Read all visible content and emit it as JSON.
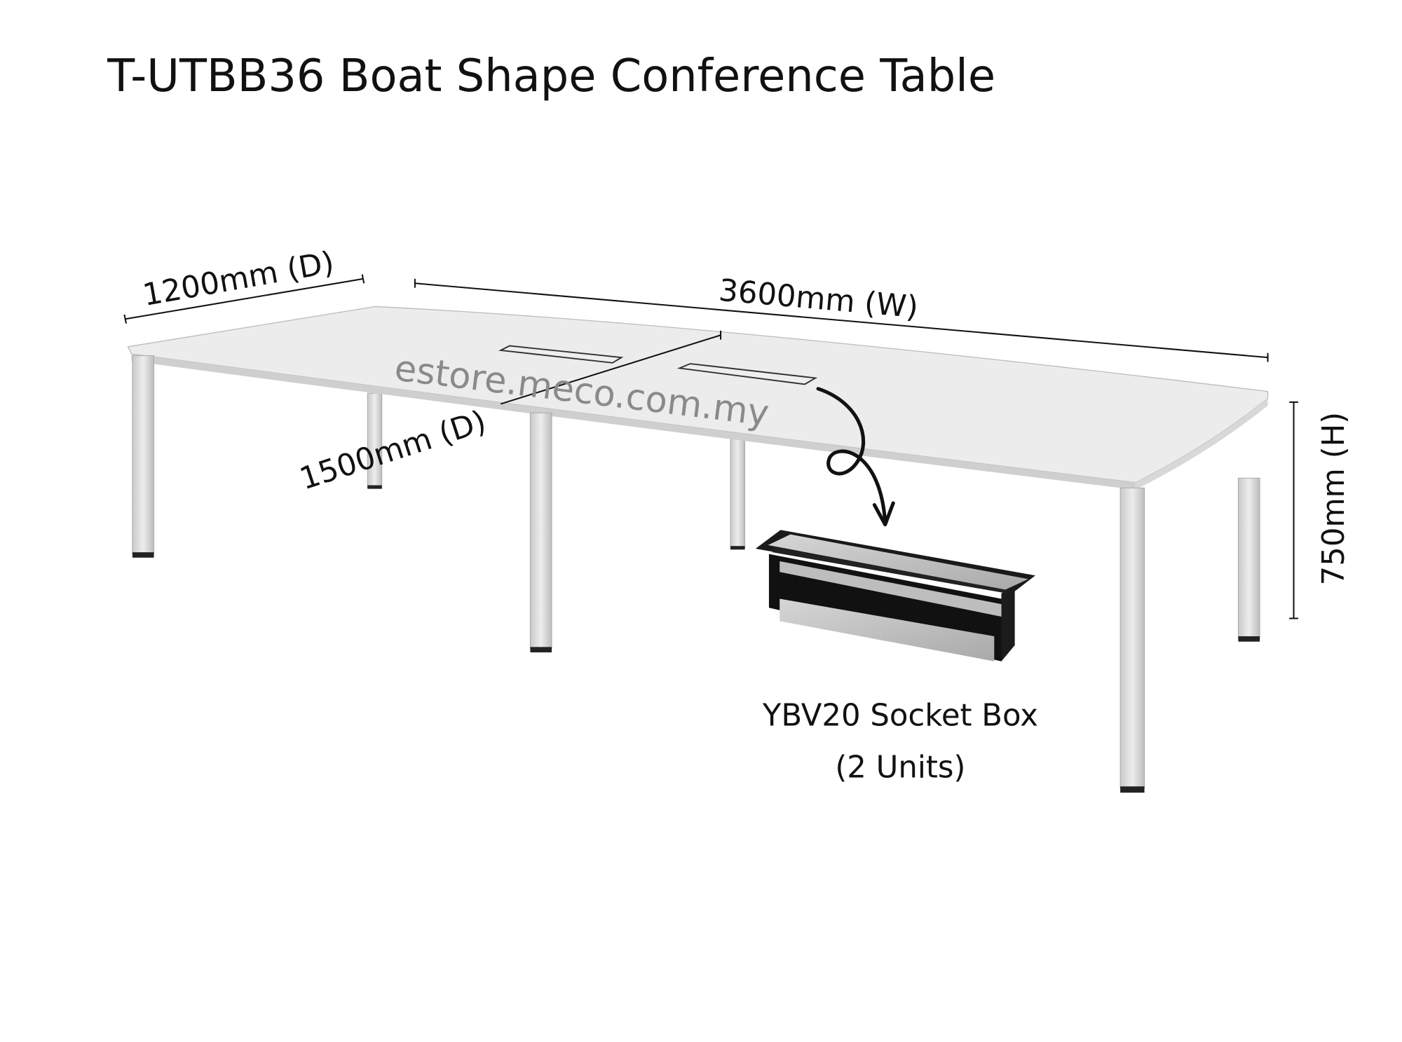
{
  "title": "T-UTBB36 Boat Shape Conference Table",
  "dimensions": {
    "depth_end": "1200mm (D)",
    "width": "3600mm (W)",
    "depth_middle": "1500mm (D)",
    "height": "750mm (H)"
  },
  "watermark": "estore.meco.com.my",
  "accessory": {
    "name": "YBV20 Socket Box",
    "quantity": "(2 Units)"
  },
  "colors": {
    "tabletop": "#ececec",
    "legs": "#d9d9d9",
    "ink": "#111111",
    "watermark": "#8a8a8a"
  }
}
